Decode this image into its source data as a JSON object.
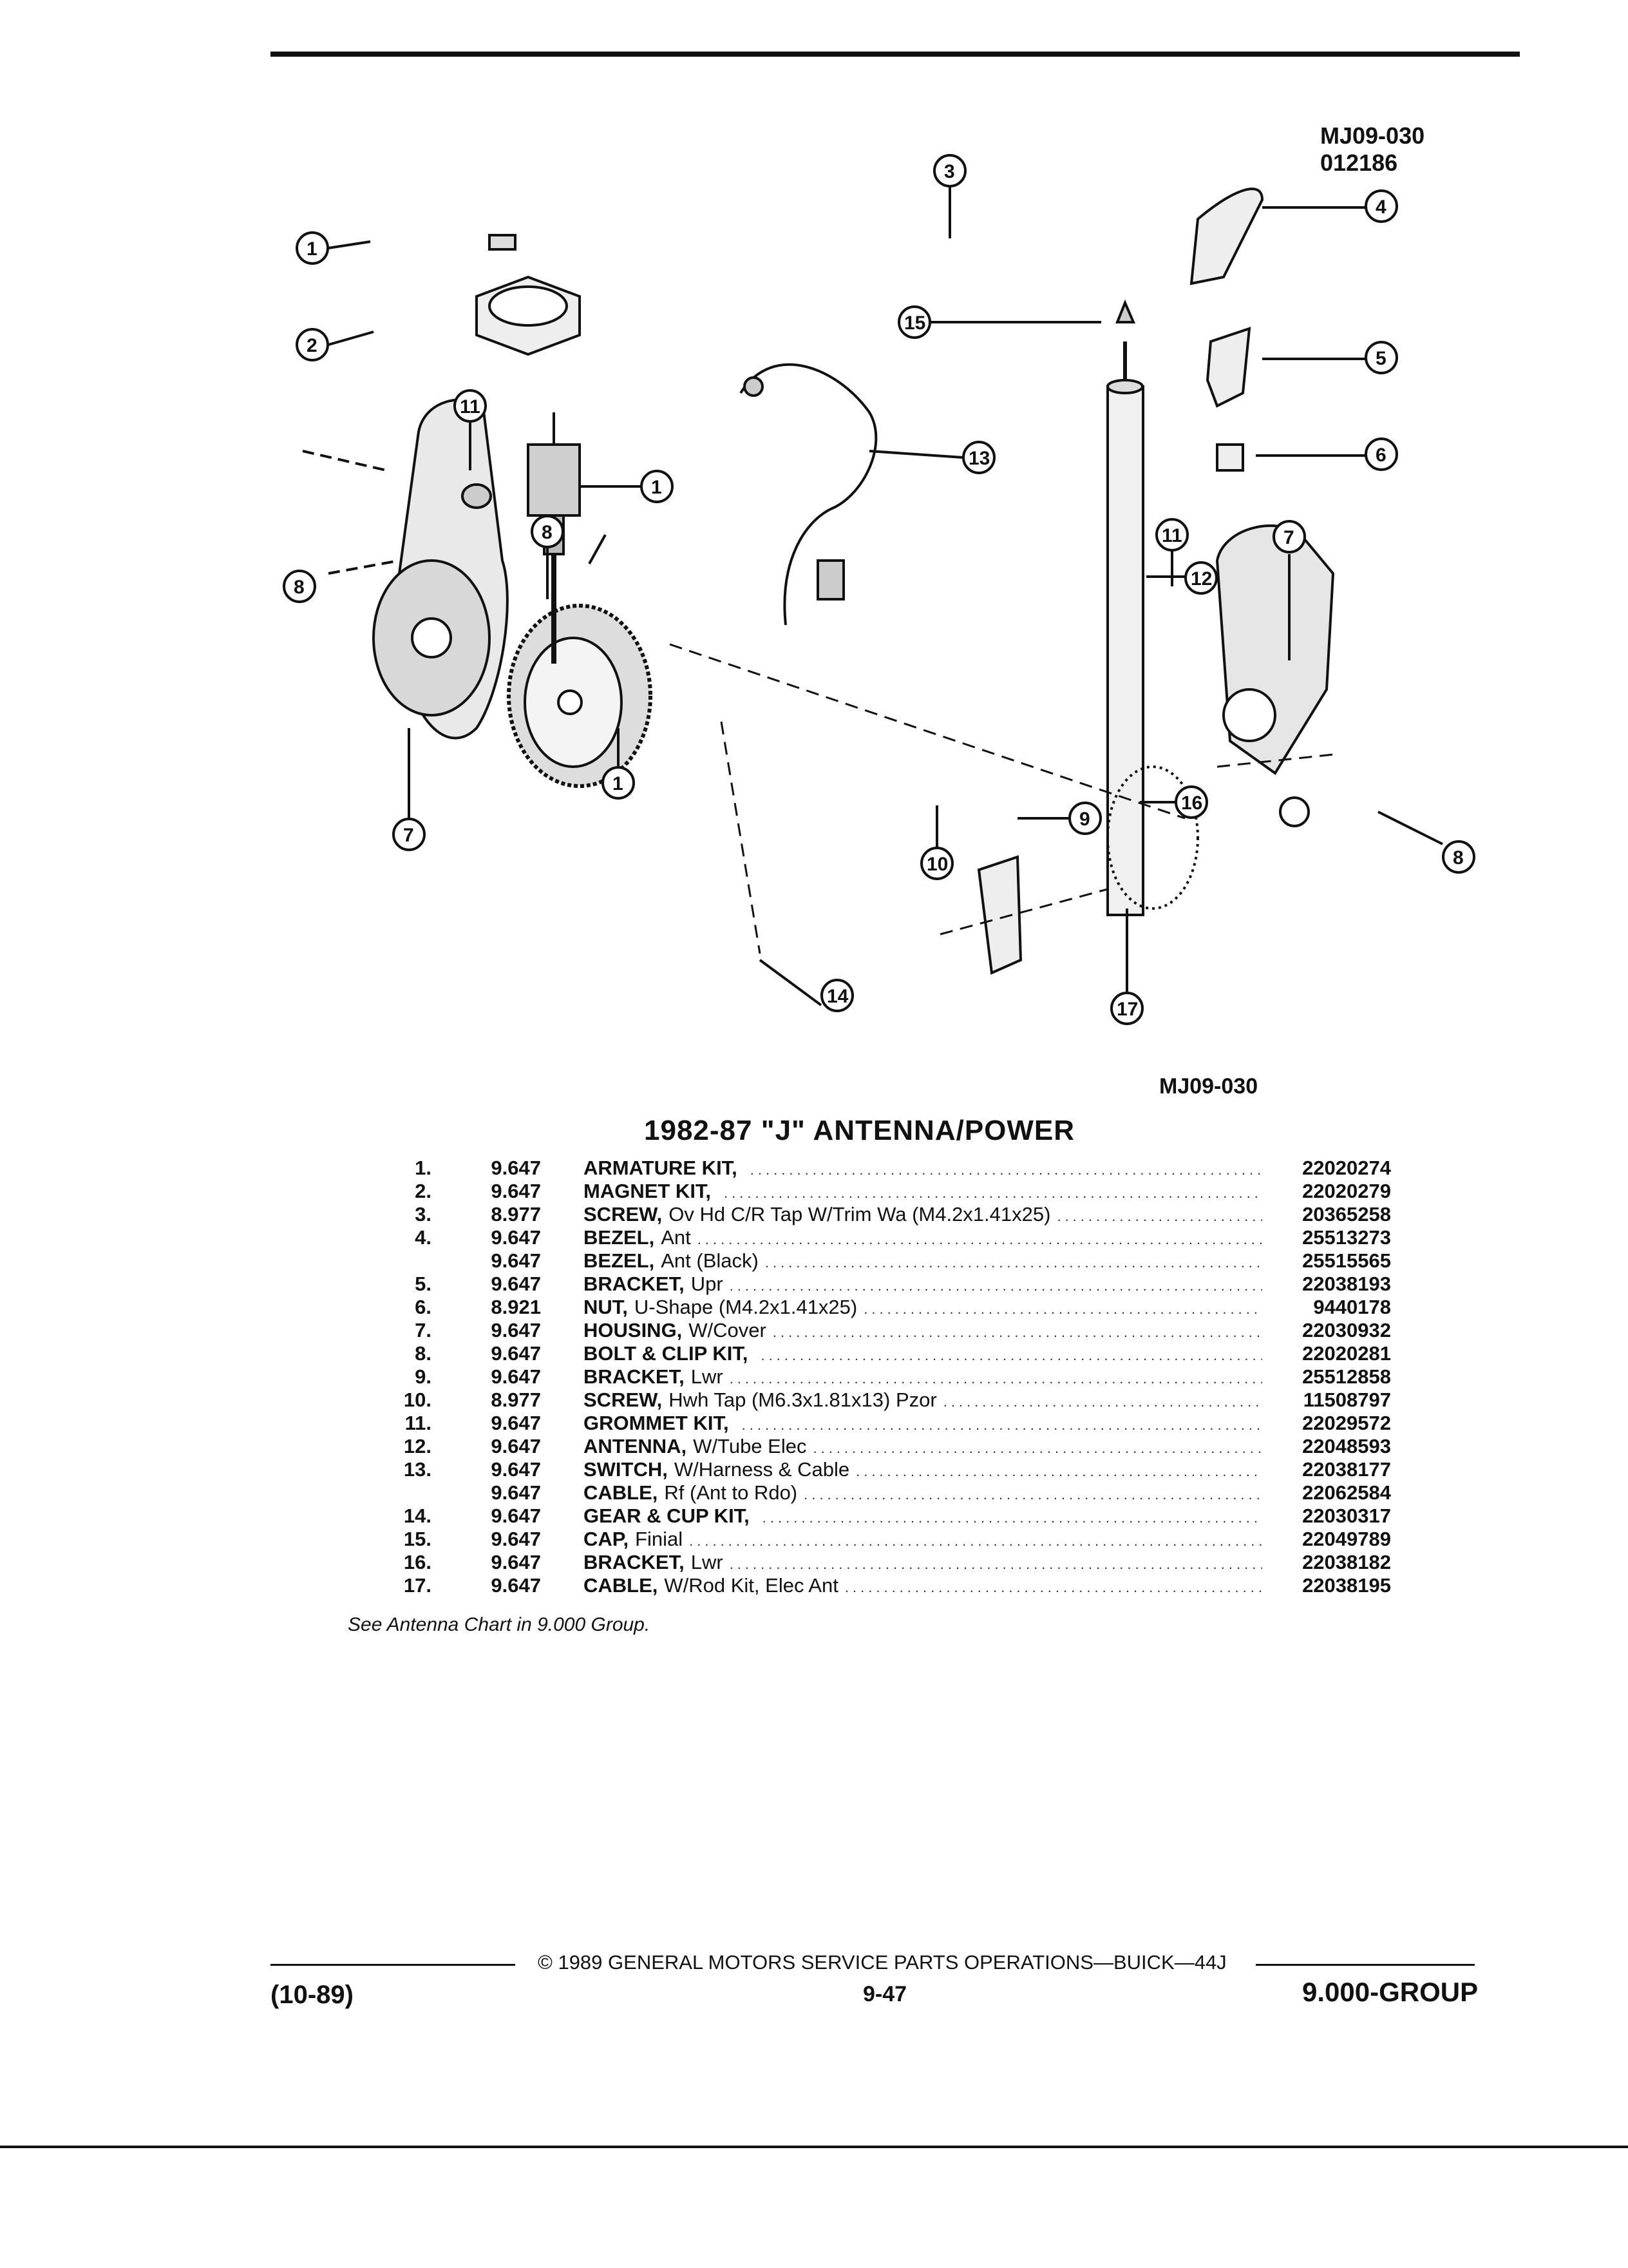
{
  "header": {
    "figure_code": "MJ09-030",
    "figure_date": "012186"
  },
  "diagram": {
    "code_bottom": "MJ09-030",
    "callouts": [
      "1",
      "2",
      "3",
      "4",
      "5",
      "6",
      "7",
      "8",
      "9",
      "10",
      "11",
      "12",
      "13",
      "14",
      "15",
      "16",
      "17"
    ]
  },
  "section": {
    "title": "1982-87 \"J\" ANTENNA/POWER"
  },
  "parts": [
    {
      "num": "1.",
      "group": "9.647",
      "name": "ARMATURE KIT,",
      "spec": "",
      "part": "22020274"
    },
    {
      "num": "2.",
      "group": "9.647",
      "name": "MAGNET KIT,",
      "spec": "",
      "part": "22020279"
    },
    {
      "num": "3.",
      "group": "8.977",
      "name": "SCREW,",
      "spec": "Ov Hd C/R Tap W/Trim Wa (M4.2x1.41x25)",
      "part": "20365258"
    },
    {
      "num": "4.",
      "group": "9.647",
      "name": "BEZEL,",
      "spec": "Ant",
      "part": "25513273"
    },
    {
      "num": "",
      "group": "9.647",
      "name": "BEZEL,",
      "spec": "Ant (Black)",
      "part": "25515565"
    },
    {
      "num": "5.",
      "group": "9.647",
      "name": "BRACKET,",
      "spec": "Upr",
      "part": "22038193"
    },
    {
      "num": "6.",
      "group": "8.921",
      "name": "NUT,",
      "spec": "U-Shape (M4.2x1.41x25)",
      "part": "9440178"
    },
    {
      "num": "7.",
      "group": "9.647",
      "name": "HOUSING,",
      "spec": "W/Cover",
      "part": "22030932"
    },
    {
      "num": "8.",
      "group": "9.647",
      "name": "BOLT & CLIP KIT,",
      "spec": "",
      "part": "22020281"
    },
    {
      "num": "9.",
      "group": "9.647",
      "name": "BRACKET,",
      "spec": "Lwr",
      "part": "25512858"
    },
    {
      "num": "10.",
      "group": "8.977",
      "name": "SCREW,",
      "spec": "Hwh Tap (M6.3x1.81x13) Pzor",
      "part": "11508797"
    },
    {
      "num": "11.",
      "group": "9.647",
      "name": "GROMMET KIT,",
      "spec": "",
      "part": "22029572"
    },
    {
      "num": "12.",
      "group": "9.647",
      "name": "ANTENNA,",
      "spec": "W/Tube Elec",
      "part": "22048593"
    },
    {
      "num": "13.",
      "group": "9.647",
      "name": "SWITCH,",
      "spec": "W/Harness & Cable",
      "part": "22038177"
    },
    {
      "num": "",
      "group": "9.647",
      "name": "CABLE,",
      "spec": "Rf (Ant to Rdo)",
      "part": "22062584"
    },
    {
      "num": "14.",
      "group": "9.647",
      "name": "GEAR & CUP KIT,",
      "spec": "",
      "part": "22030317"
    },
    {
      "num": "15.",
      "group": "9.647",
      "name": "CAP,",
      "spec": "Finial",
      "part": "22049789"
    },
    {
      "num": "16.",
      "group": "9.647",
      "name": "BRACKET,",
      "spec": "Lwr",
      "part": "22038182"
    },
    {
      "num": "17.",
      "group": "9.647",
      "name": "CABLE,",
      "spec": "W/Rod Kit, Elec Ant",
      "part": "22038195"
    }
  ],
  "note": "See Antenna Chart in 9.000 Group.",
  "footer": {
    "copyright": "© 1989 GENERAL MOTORS SERVICE PARTS OPERATIONS—BUICK—44J",
    "date": "(10-89)",
    "page": "9-47",
    "group": "9.000-GROUP"
  }
}
